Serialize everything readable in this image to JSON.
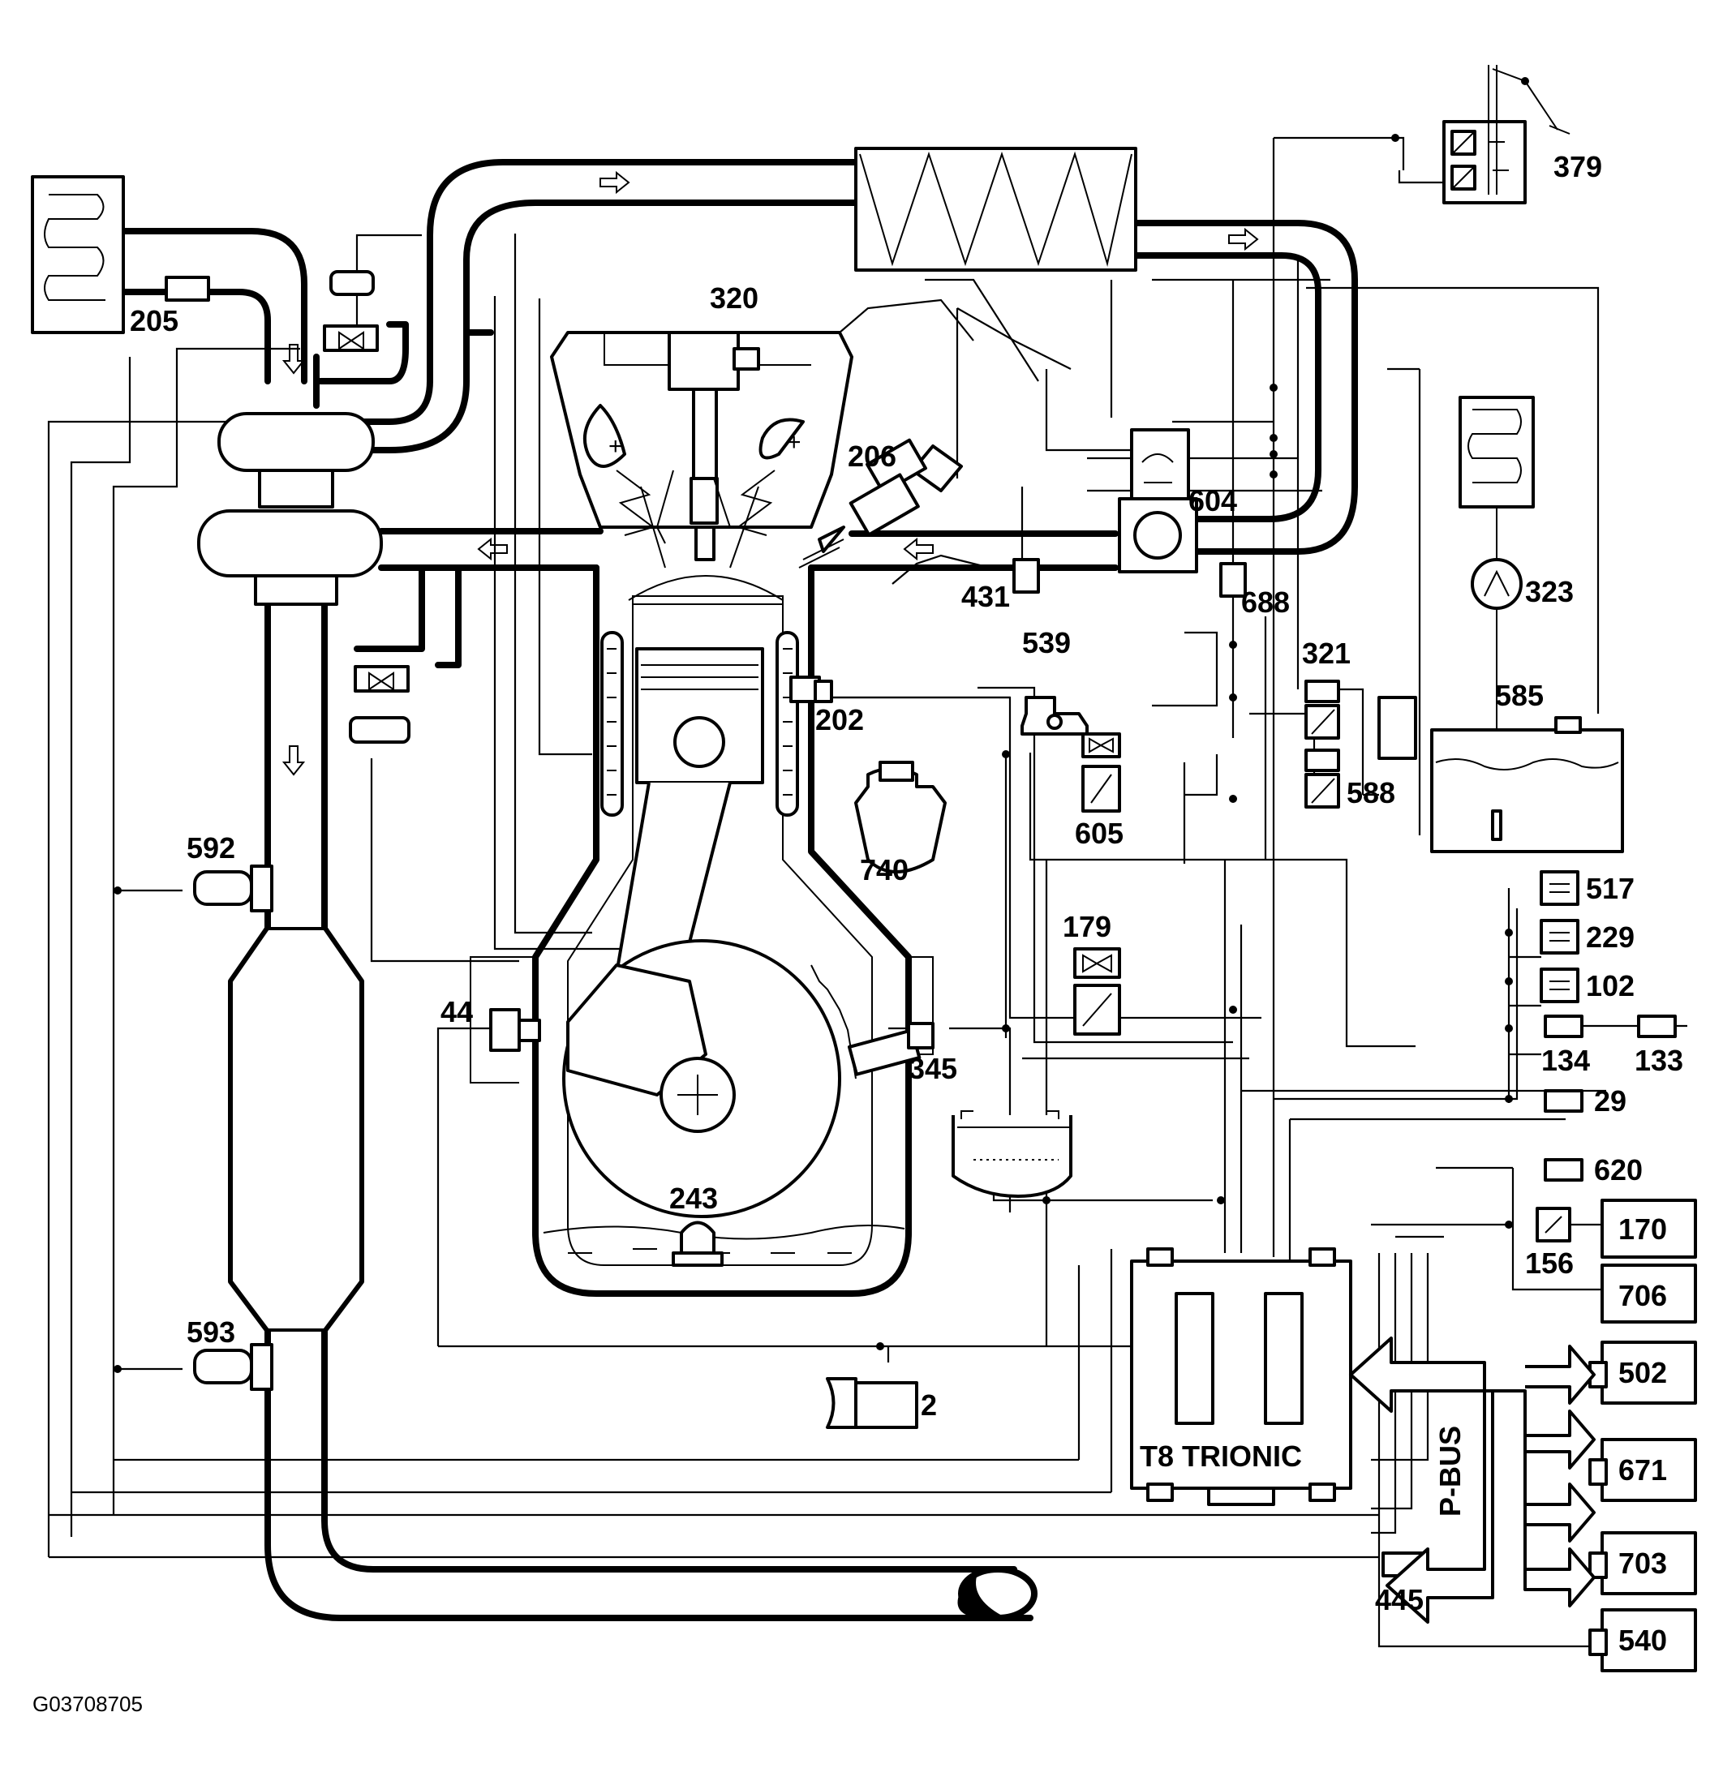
{
  "figure_code": "G03708705",
  "ecu_label": "T8 TRIONIC",
  "bus_label": "P-BUS",
  "component_numbers": {
    "c2": "2",
    "c29": "29",
    "c44": "44",
    "c102": "102",
    "c133": "133",
    "c134": "134",
    "c156": "156",
    "c170": "170",
    "c179": "179",
    "c202": "202",
    "c205": "205",
    "c206": "206",
    "c229": "229",
    "c243": "243",
    "c320": "320",
    "c321": "321",
    "c323": "323",
    "c345": "345",
    "c379": "379",
    "c431": "431",
    "c445": "445",
    "c502": "502",
    "c517": "517",
    "c539": "539",
    "c540": "540",
    "c585": "585",
    "c588": "588",
    "c592": "592",
    "c593": "593",
    "c604": "604",
    "c605": "605",
    "c620": "620",
    "c671": "671",
    "c688": "688",
    "c703": "703",
    "c706": "706",
    "c740": "740"
  }
}
